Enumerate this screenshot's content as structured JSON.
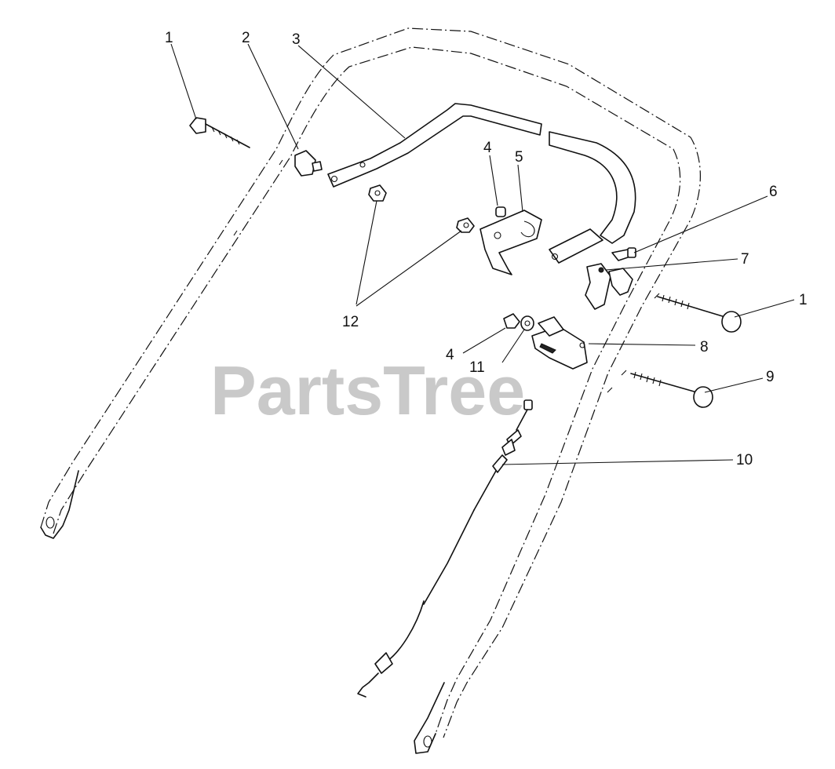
{
  "watermark": "PartsTree",
  "callouts": {
    "c1a": "1",
    "c2": "2",
    "c3": "3",
    "c4a": "4",
    "c5": "5",
    "c6": "6",
    "c7": "7",
    "c1b": "1",
    "c12": "12",
    "c4b": "4",
    "c8": "8",
    "c11": "11",
    "c9": "9",
    "c10": "10"
  }
}
